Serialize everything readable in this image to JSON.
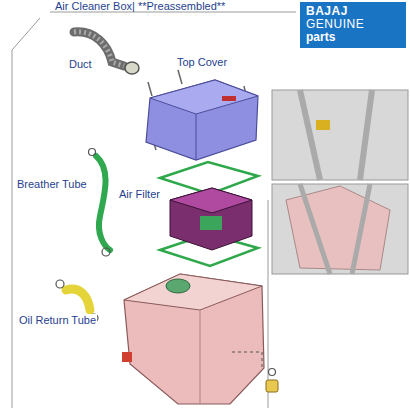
{
  "diagram": {
    "title": "Air Cleaner Box| **Preassembled**",
    "nodes": [
      {
        "text": [
          "BAJAJ",
          "GENUINE",
          "parts"
        ]
      }
    ],
    "labels": [
      "Duct",
      "Top Cover",
      "Breather Tube",
      "Air Filter",
      "Oil Return Tube"
    ]
  }
}
